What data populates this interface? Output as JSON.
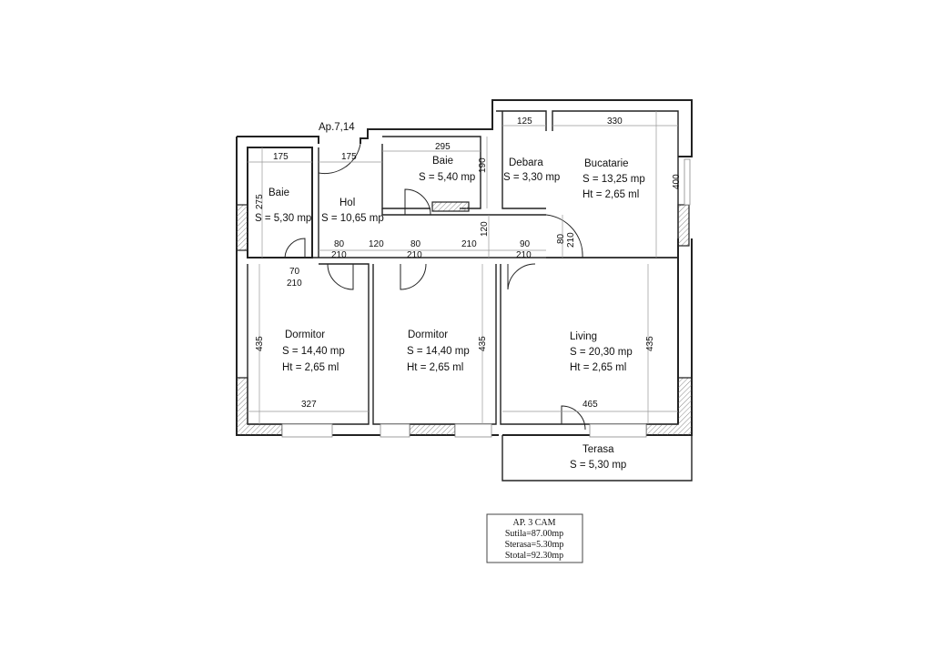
{
  "apartment_label": "Ap.7,14",
  "rooms": {
    "baie1": {
      "name": "Baie",
      "area": "S = 5,30 mp"
    },
    "hol": {
      "name": "Hol",
      "area": "S = 10,65 mp"
    },
    "baie2": {
      "name": "Baie",
      "area": "S = 5,40 mp"
    },
    "debara": {
      "name": "Debara",
      "area": "S = 3,30 mp"
    },
    "bucatarie": {
      "name": "Bucatarie",
      "area": "S = 13,25 mp",
      "height": "Ht = 2,65 ml"
    },
    "dormitor1": {
      "name": "Dormitor",
      "area": "S = 14,40 mp",
      "height": "Ht = 2,65 ml"
    },
    "dormitor2": {
      "name": "Dormitor",
      "area": "S = 14,40 mp",
      "height": "Ht = 2,65 ml"
    },
    "living": {
      "name": "Living",
      "area": "S = 20,30 mp",
      "height": "Ht = 2,65 ml"
    },
    "terasa": {
      "name": "Terasa",
      "area": "S = 5,30 mp"
    }
  },
  "dims": {
    "baie1_w": "175",
    "hol_w": "175",
    "baie2_w": "295",
    "debara_w": "125",
    "buc_w": "330",
    "baie2_h": "190",
    "buc_h": "400",
    "baie1_h": "275",
    "hall_h": "120",
    "door_buc_w": "80",
    "door_buc_h": "210",
    "door1_w": "80",
    "door1_h": "210",
    "hall_seg1": "120",
    "door2_w": "80",
    "door2_h": "210",
    "hall_seg2": "210",
    "door3_w": "90",
    "door3_h": "210",
    "door_baie_w": "70",
    "door_baie_h": "210",
    "dorm1_h": "435",
    "dorm2_h": "435",
    "living_h": "435",
    "dorm1_w": "327",
    "living_w": "465"
  },
  "summary": {
    "title": "AP. 3 CAM",
    "sutila": "Sutila=87.00mp",
    "sterasa": "Sterasa=5.30mp",
    "stotal": "Stotal=92.30mp"
  }
}
